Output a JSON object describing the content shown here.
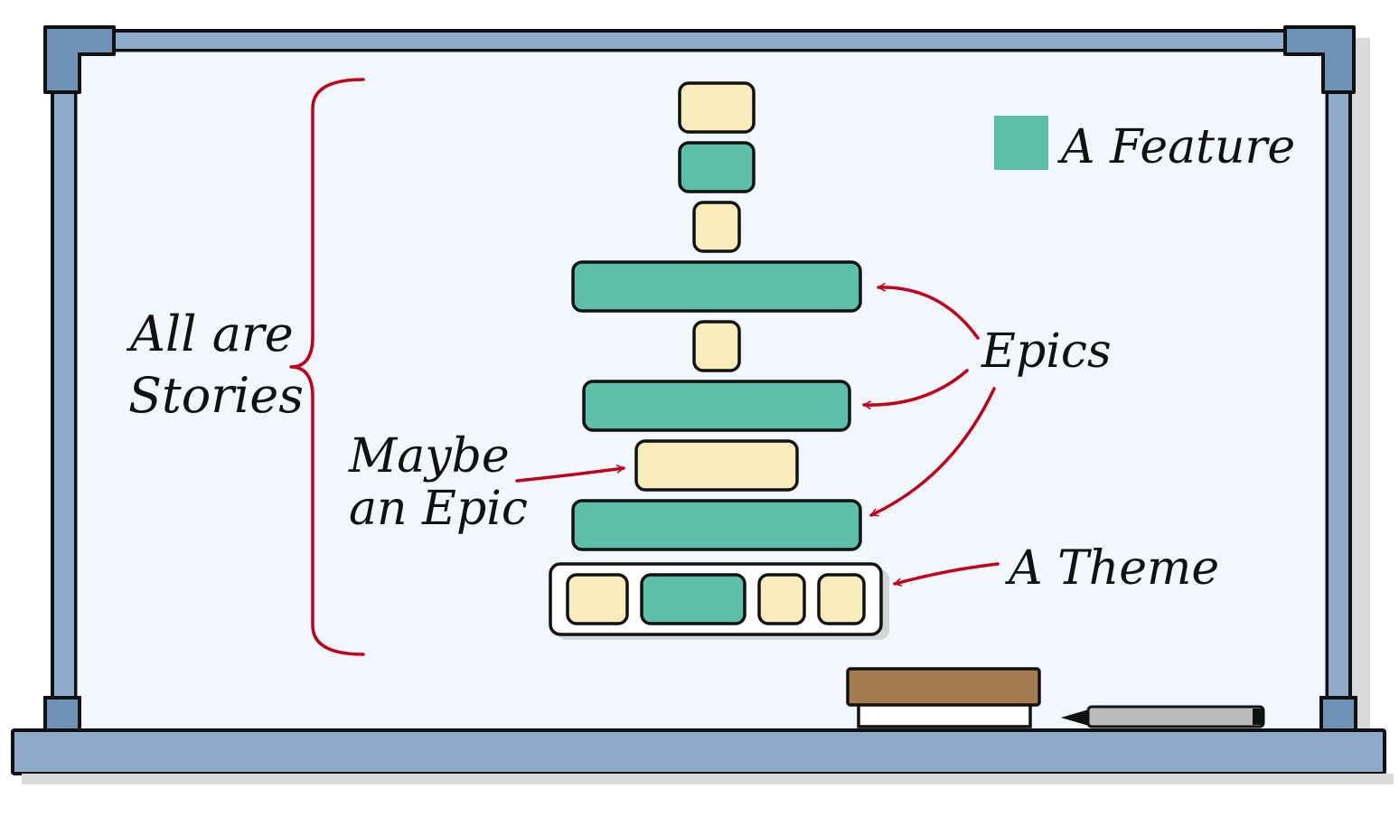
{
  "labels": {
    "stories_line1": "All are",
    "stories_line2": "Stories",
    "maybe_line1": "Maybe",
    "maybe_line2": "an Epic",
    "epics": "Epics",
    "theme": "A Theme",
    "legend": "A Feature"
  },
  "colors": {
    "story": "#f8edba",
    "feature": "#5bbfaa",
    "annotation": "#c0001a",
    "board": "#f2f6fd",
    "frame": "#7092b6",
    "eraser": "#a57b52"
  },
  "items": [
    {
      "kind": "story",
      "size": "small"
    },
    {
      "kind": "feature",
      "size": "small"
    },
    {
      "kind": "story",
      "size": "tiny"
    },
    {
      "kind": "feature",
      "size": "epic"
    },
    {
      "kind": "story",
      "size": "tiny"
    },
    {
      "kind": "feature",
      "size": "epic"
    },
    {
      "kind": "story",
      "size": "medium"
    },
    {
      "kind": "feature",
      "size": "epic"
    }
  ],
  "theme_items": [
    {
      "kind": "story"
    },
    {
      "kind": "feature"
    },
    {
      "kind": "story"
    },
    {
      "kind": "story"
    }
  ]
}
